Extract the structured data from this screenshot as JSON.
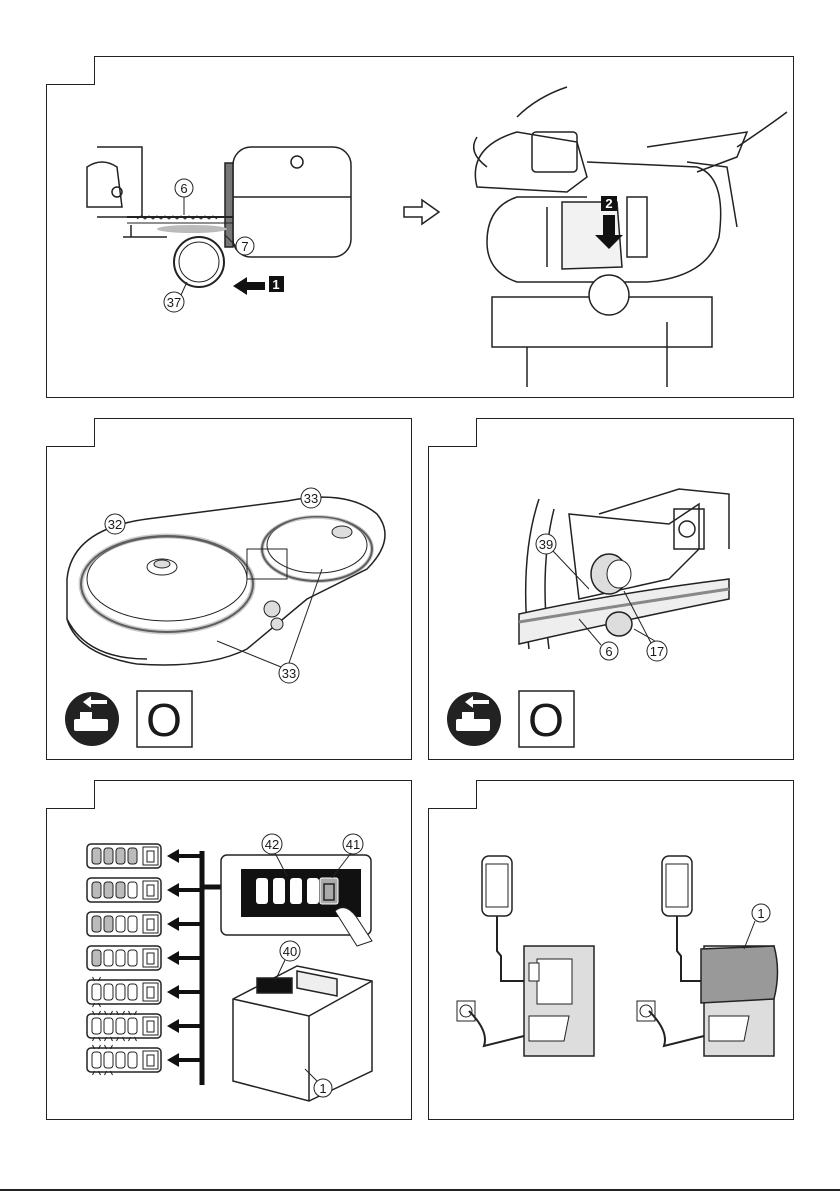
{
  "panel1": {
    "callouts": [
      "6",
      "7",
      "37",
      "2"
    ],
    "steps": [
      "1",
      "2"
    ]
  },
  "panel2": {
    "callouts": [
      "32",
      "33",
      "33"
    ],
    "symbol_text": "O",
    "icons": [
      "remove-battery-icon"
    ]
  },
  "panel3": {
    "callouts": [
      "39",
      "6",
      "17"
    ],
    "symbol_text": "O",
    "icons": [
      "remove-battery-icon"
    ]
  },
  "panel4": {
    "callouts": [
      "42",
      "41",
      "40",
      "1"
    ],
    "indicator_rows": [
      {
        "lit": 4,
        "blinking": 0
      },
      {
        "lit": 3,
        "blinking": 0
      },
      {
        "lit": 2,
        "blinking": 0
      },
      {
        "lit": 1,
        "blinking": 0
      },
      {
        "lit": 0,
        "blinking": 1
      },
      {
        "lit": 0,
        "blinking": 4
      },
      {
        "lit": 0,
        "blinking": 2
      }
    ]
  },
  "panel5": {
    "callouts": [
      "1"
    ],
    "icons": [
      "smartphone-icon",
      "charger-icon",
      "wall-outlet-icon"
    ]
  }
}
